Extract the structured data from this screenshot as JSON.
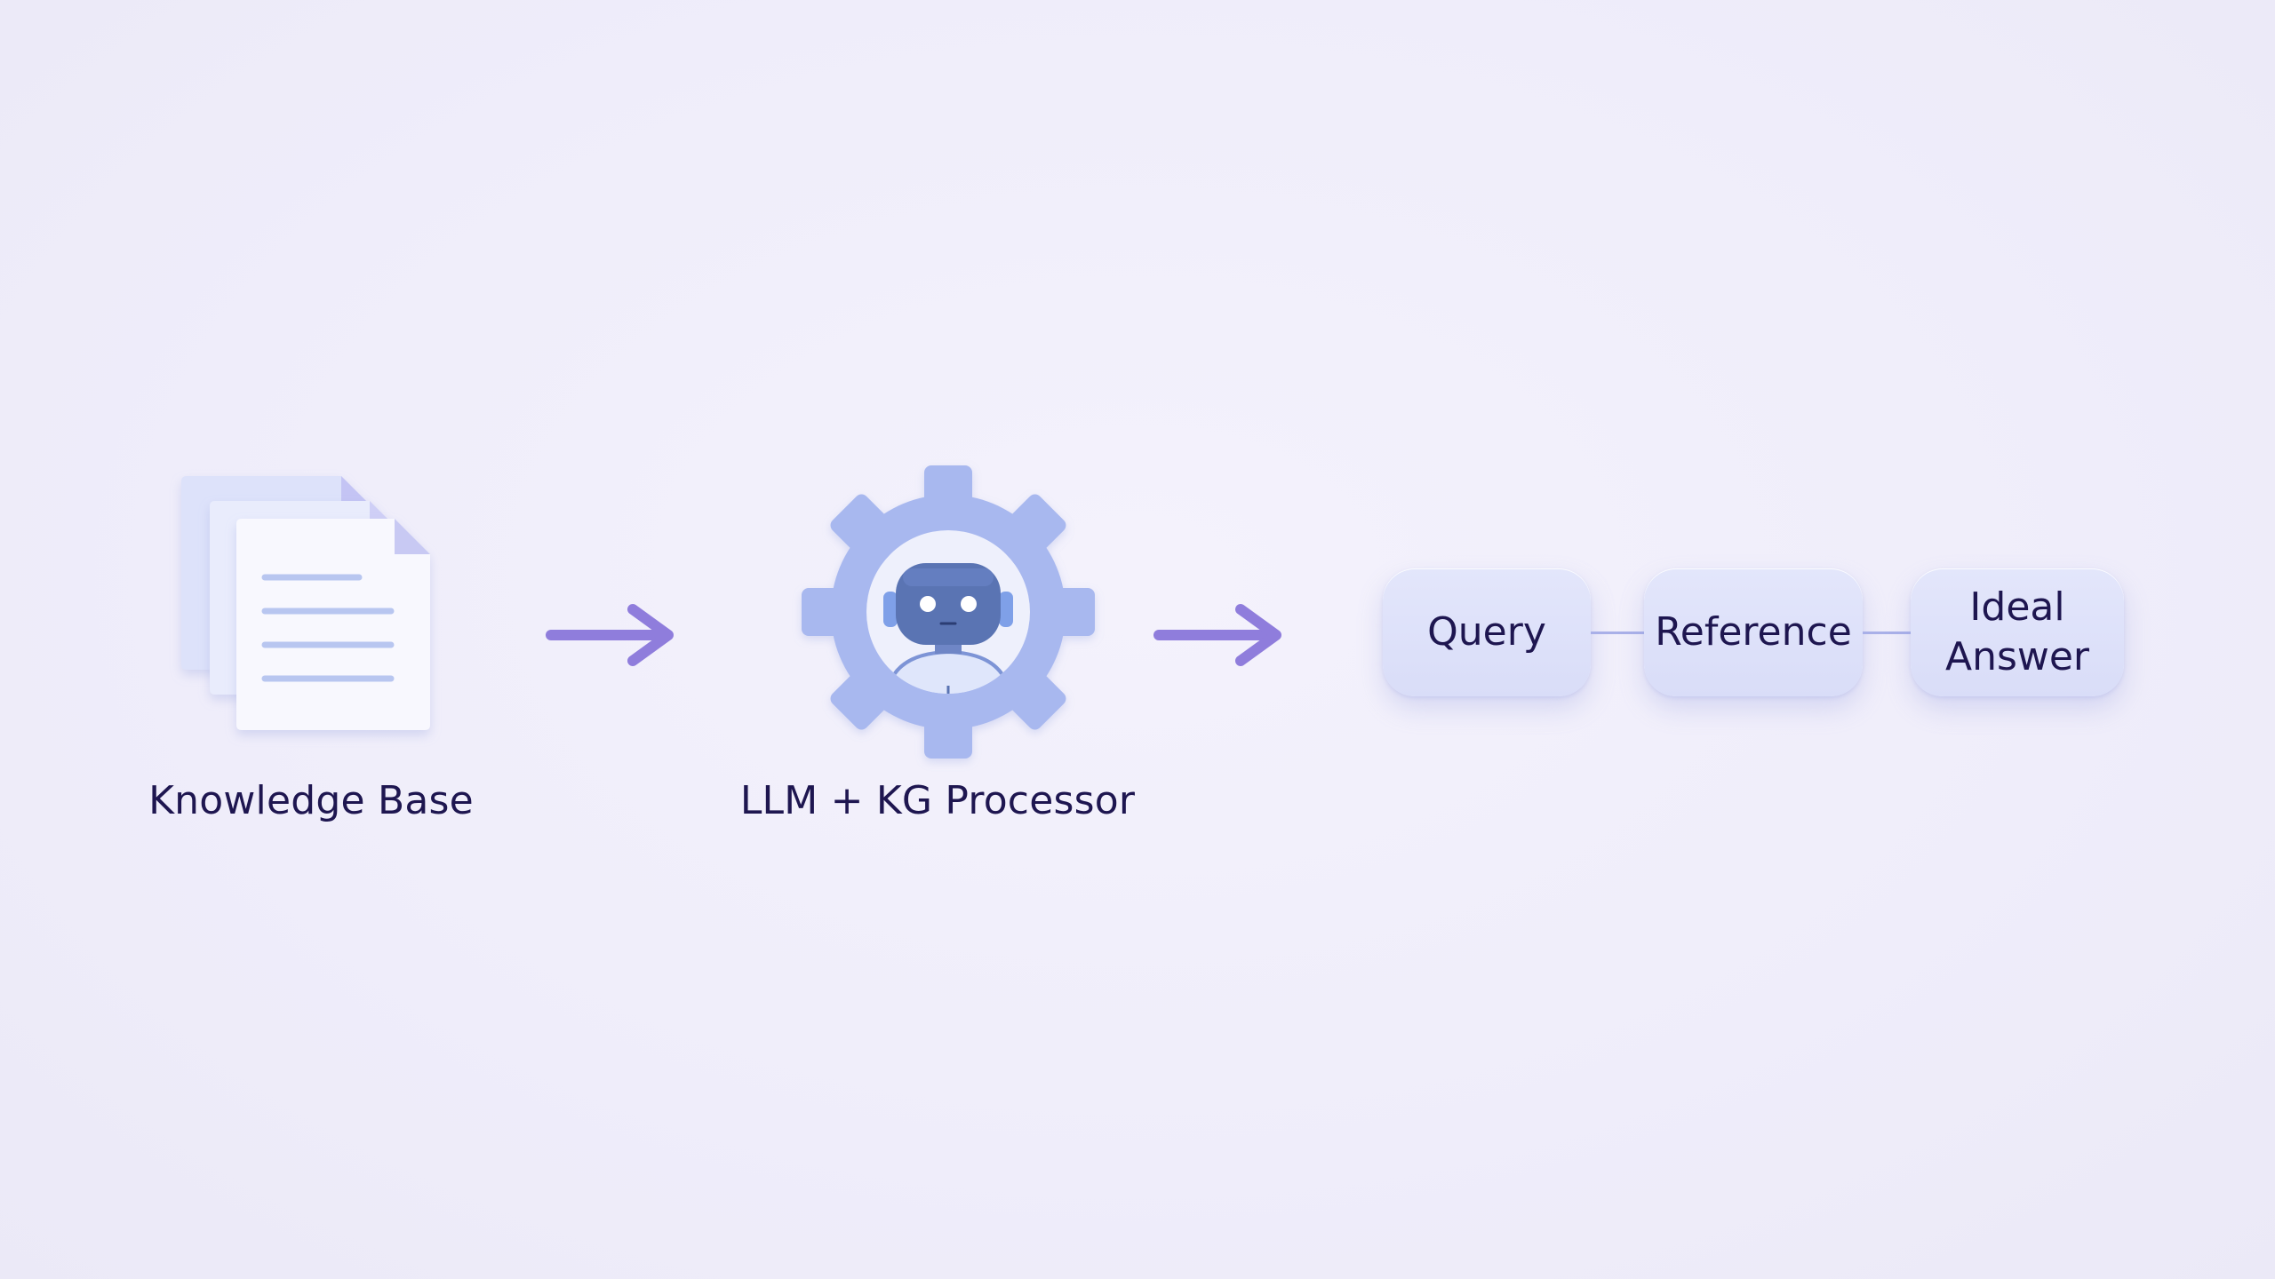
{
  "nodes": {
    "knowledge_base": {
      "label": "Knowledge Base",
      "icon": "documents-icon"
    },
    "processor": {
      "label": "LLM + KG Processor",
      "icon": "robot-gear-icon"
    },
    "outputs": {
      "query": "Query",
      "reference": "Reference",
      "ideal_answer_line1": "Ideal",
      "ideal_answer_line2": "Answer"
    }
  },
  "colors": {
    "arrow": "#8f7ddc",
    "gear": "#a8b8ef",
    "document": "#f7f7fe",
    "document_lines": "#b8c6f0",
    "pill": "#dde0f9",
    "text": "#1e1650",
    "robot_head": "#5a74b3"
  }
}
